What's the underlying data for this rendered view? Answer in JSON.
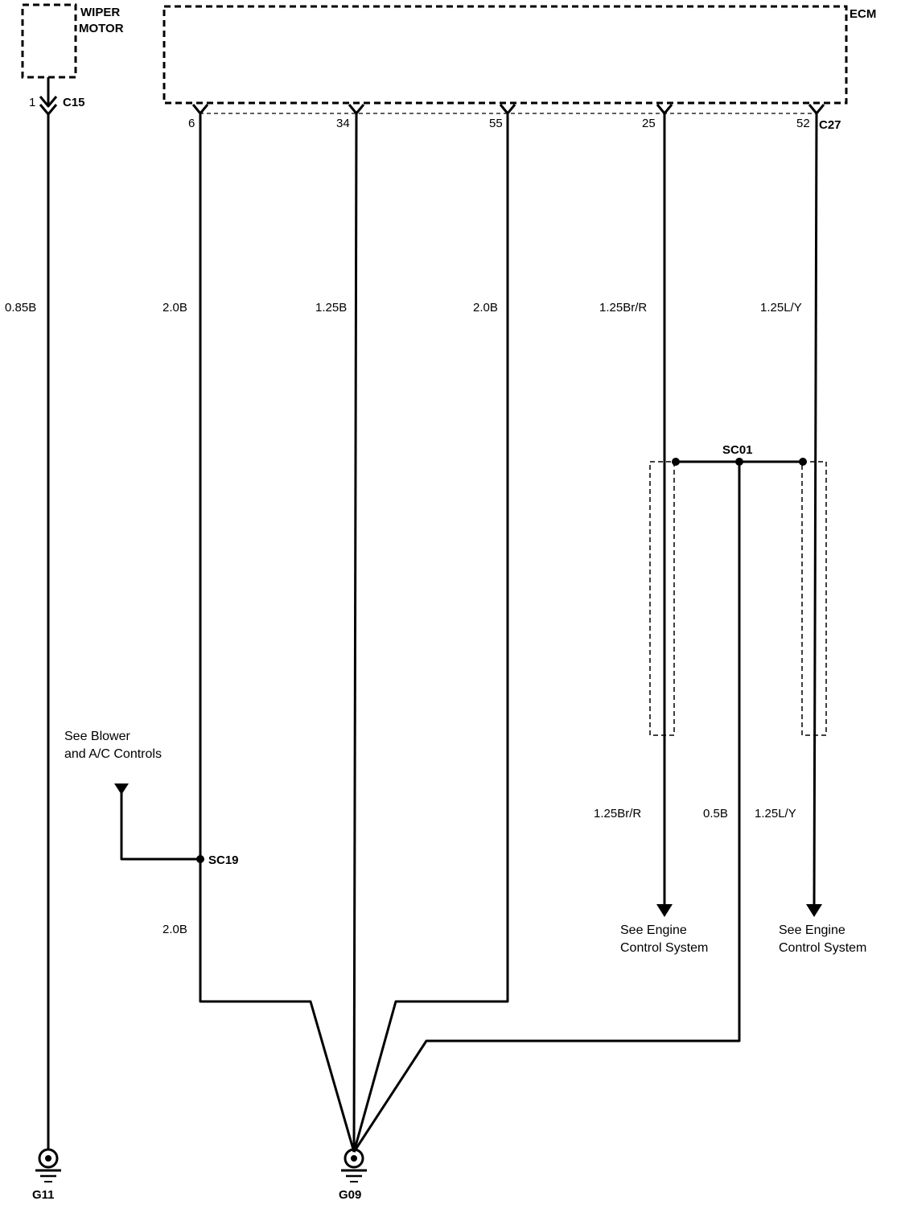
{
  "components": {
    "wiper_motor_line1": "WIPER",
    "wiper_motor_line2": "MOTOR",
    "ecm": "ECM"
  },
  "connectors": {
    "c15": "C15",
    "c15_pin": "1",
    "c27": "C27"
  },
  "ecm_pins": [
    "6",
    "34",
    "55",
    "25",
    "52"
  ],
  "wire_labels": {
    "wiper_ground": "0.85B",
    "pin6": "2.0B",
    "pin34": "1.25B",
    "pin55": "2.0B",
    "pin25_upper": "1.25Br/R",
    "pin52_upper": "1.25L/Y",
    "pin25_lower": "1.25Br/R",
    "splice_ground": "0.5B",
    "pin52_lower": "1.25L/Y",
    "sc19_lower": "2.0B"
  },
  "splices": {
    "sc01": "SC01",
    "sc19": "SC19"
  },
  "notes": {
    "blower_line1": "See Blower",
    "blower_line2": "and A/C Controls",
    "engine_left_line1": "See Engine",
    "engine_left_line2": "Control System",
    "engine_right_line1": "See Engine",
    "engine_right_line2": "Control System"
  },
  "grounds": {
    "g11": "G11",
    "g09": "G09"
  }
}
